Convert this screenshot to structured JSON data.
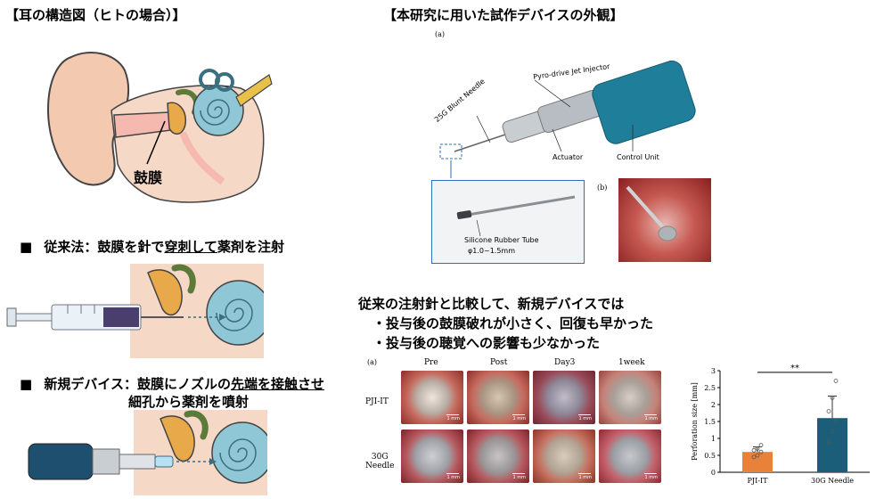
{
  "left": {
    "ear_header": "【耳の構造図（ヒトの場合）】",
    "eardrum_label": "鼓膜",
    "conventional": {
      "marker": "■",
      "prefix": "従来法：鼓膜を針で",
      "emph": "穿刺して",
      "suffix": "薬剤を注射"
    },
    "new_device": {
      "marker": "■",
      "line1_prefix": "新規デバイス：鼓膜にノズルの",
      "line1_emph": "先端を接触させ",
      "line2": "細孔から薬剤を噴射"
    }
  },
  "right": {
    "device_header": "【本研究に用いた試作デバイスの外観】",
    "label_a": "(a)",
    "label_b": "(b)",
    "device_labels": {
      "injector": "Pyro-drive Jet Injector",
      "needle": "25G Blunt Needle",
      "actuator": "Actuator",
      "control": "Control Unit",
      "tube": "Silicone Rubber Tube",
      "tube_dim": "φ1.0~1.5mm"
    },
    "findings": {
      "line1": "従来の注射針と比較して、新規デバイスでは",
      "line2": "・投与後の鼓膜破れが小さく、回復も早かった",
      "line3": "・投与後の聴覚への影響も少なかった"
    },
    "photo_grid": {
      "label": "(a)",
      "columns": [
        "Pre",
        "Post",
        "Day3",
        "1week"
      ],
      "rows": [
        "PJI-IT",
        "30G\nNeedle"
      ],
      "scale": "1 mm"
    }
  },
  "colors": {
    "skin": "#f3c9b0",
    "cochlea": "#8fc7d6",
    "ossicle": "#e7a94a",
    "nerve": "#5c7a3a",
    "device_teal": "#1f7f9a",
    "bar_orange": "#e8823a",
    "bar_blue": "#1b5e7a"
  },
  "chart_data": {
    "type": "bar",
    "categories": [
      "PJI-IT",
      "30G Needle"
    ],
    "values": [
      0.6,
      1.6
    ],
    "errors": [
      0.15,
      0.65
    ],
    "points": [
      [
        0.45,
        0.5,
        0.6,
        0.65,
        0.7,
        0.8
      ],
      [
        0.9,
        1.2,
        1.5,
        1.8,
        2.2,
        2.7
      ]
    ],
    "ylabel": "Perforation size [mm]",
    "yticks": [
      "0",
      "0.5",
      "1",
      "1.5",
      "2",
      "2.5",
      "3"
    ],
    "ylim": [
      0,
      3
    ],
    "significance": "**",
    "colors": [
      "#e8823a",
      "#1b5e7a"
    ]
  }
}
